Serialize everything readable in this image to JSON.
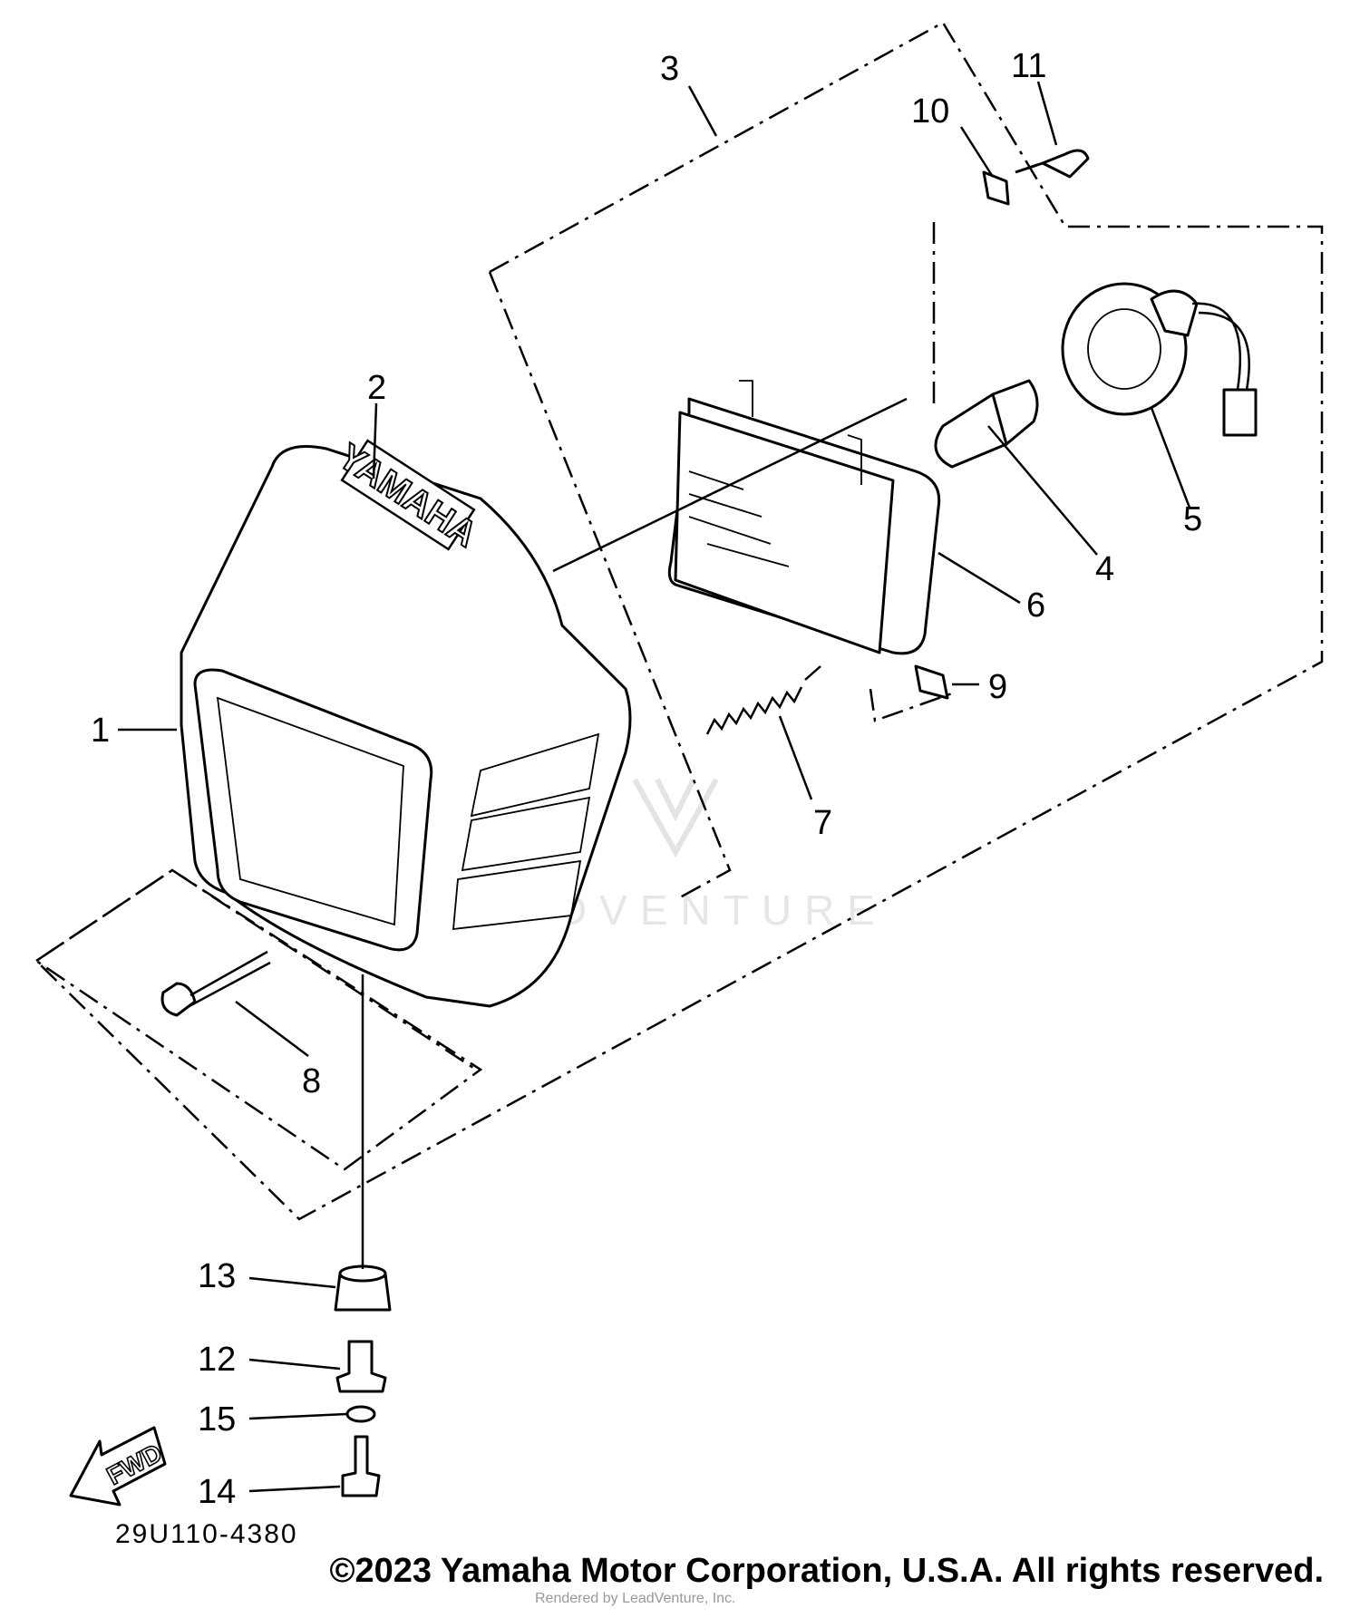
{
  "diagram": {
    "callouts": [
      "1",
      "2",
      "3",
      "4",
      "5",
      "6",
      "7",
      "8",
      "9",
      "10",
      "11",
      "12",
      "13",
      "14",
      "15"
    ],
    "part_code": "29U110-4380",
    "brand_logo": "YAMAHA",
    "direction_label": "FWD",
    "watermark": "LEADVENTURE",
    "watermark_small": "Rendered by LeadVenture, Inc.",
    "copyright": "©2023 Yamaha Motor Corporation, U.S.A. All rights reserved."
  }
}
